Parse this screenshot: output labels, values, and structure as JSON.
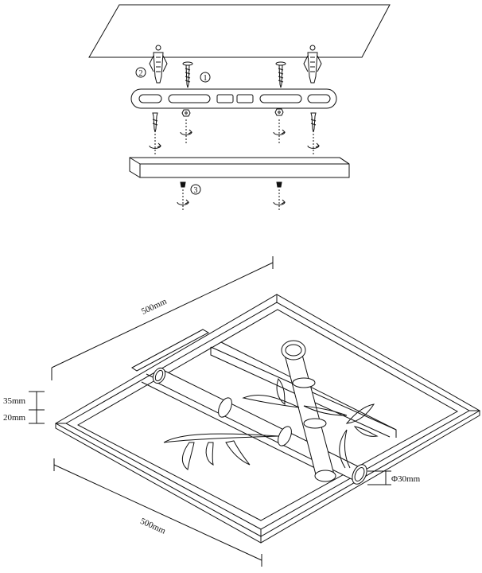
{
  "callouts": {
    "step1": "1",
    "step2": "2",
    "step3": "3"
  },
  "dimensions": {
    "width_top": "500mm",
    "width_bottom": "500mm",
    "height_upper": "35mm",
    "height_lower": "20mm",
    "diameter": "Φ30mm"
  }
}
